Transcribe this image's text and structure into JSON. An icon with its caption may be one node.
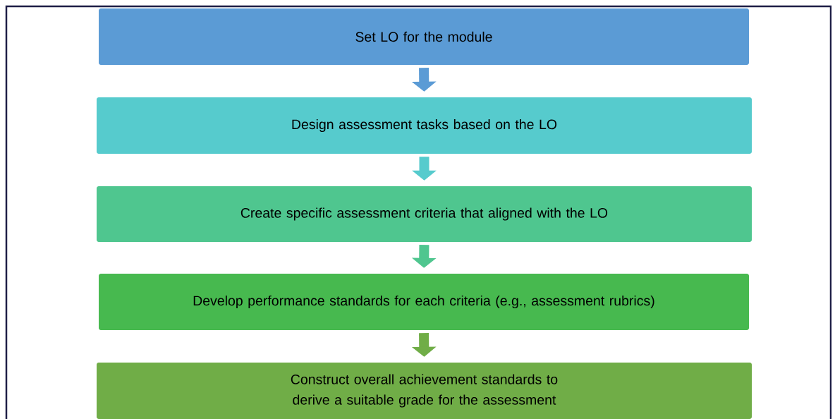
{
  "diagram": {
    "nodes": [
      {
        "text": [
          "Set LO for the  module"
        ]
      },
      {
        "text": [
          "Design assessment tasks based on the LO"
        ]
      },
      {
        "text": [
          "Create  specific assessment criteria that aligned with the LO"
        ]
      },
      {
        "text": [
          "Develop  performance standards for each criteria (e.g., assessment rubrics)"
        ]
      },
      {
        "text": [
          "Construct overall achievement standards to derive a suitable grade for the assessment"
        ]
      }
    ],
    "edges": [
      {
        "from": 0,
        "to": 1,
        "arrow": "to",
        "color": "#5b9bd5"
      },
      {
        "from": 1,
        "to": 2,
        "arrow": "to",
        "color": "#56cbcd"
      },
      {
        "from": 2,
        "to": 3,
        "arrow": "to",
        "color": "#4fc68f"
      },
      {
        "from": 3,
        "to": 4,
        "arrow": "to",
        "color": "#70ad47"
      }
    ]
  }
}
